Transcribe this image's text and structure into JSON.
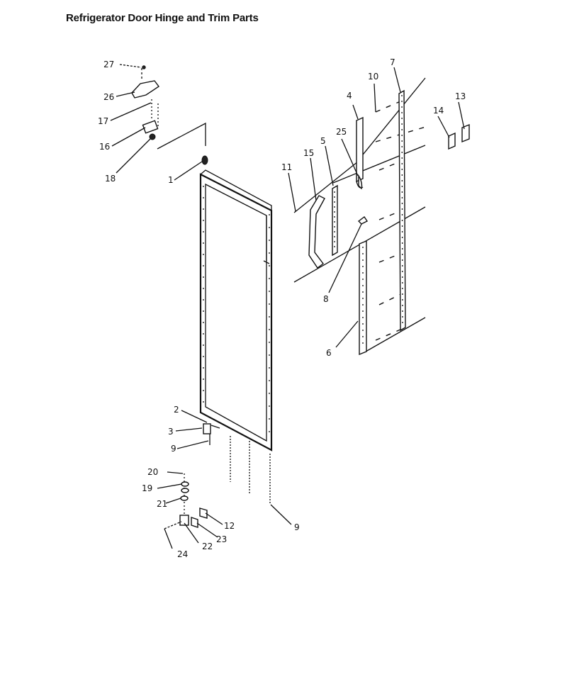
{
  "title": "Refrigerator Door Hinge and Trim Parts",
  "callouts": {
    "c1": "1",
    "c2": "2",
    "c3": "3",
    "c4": "4",
    "c5": "5",
    "c6": "6",
    "c7": "7",
    "c8": "8",
    "c9a": "9",
    "c9b": "9",
    "c10": "10",
    "c11": "11",
    "c12": "12",
    "c13": "13",
    "c14": "14",
    "c15": "15",
    "c16": "16",
    "c17": "17",
    "c18": "18",
    "c19": "19",
    "c20": "20",
    "c21": "21",
    "c22": "22",
    "c23": "23",
    "c24": "24",
    "c25": "25",
    "c26": "26",
    "c27": "27"
  }
}
